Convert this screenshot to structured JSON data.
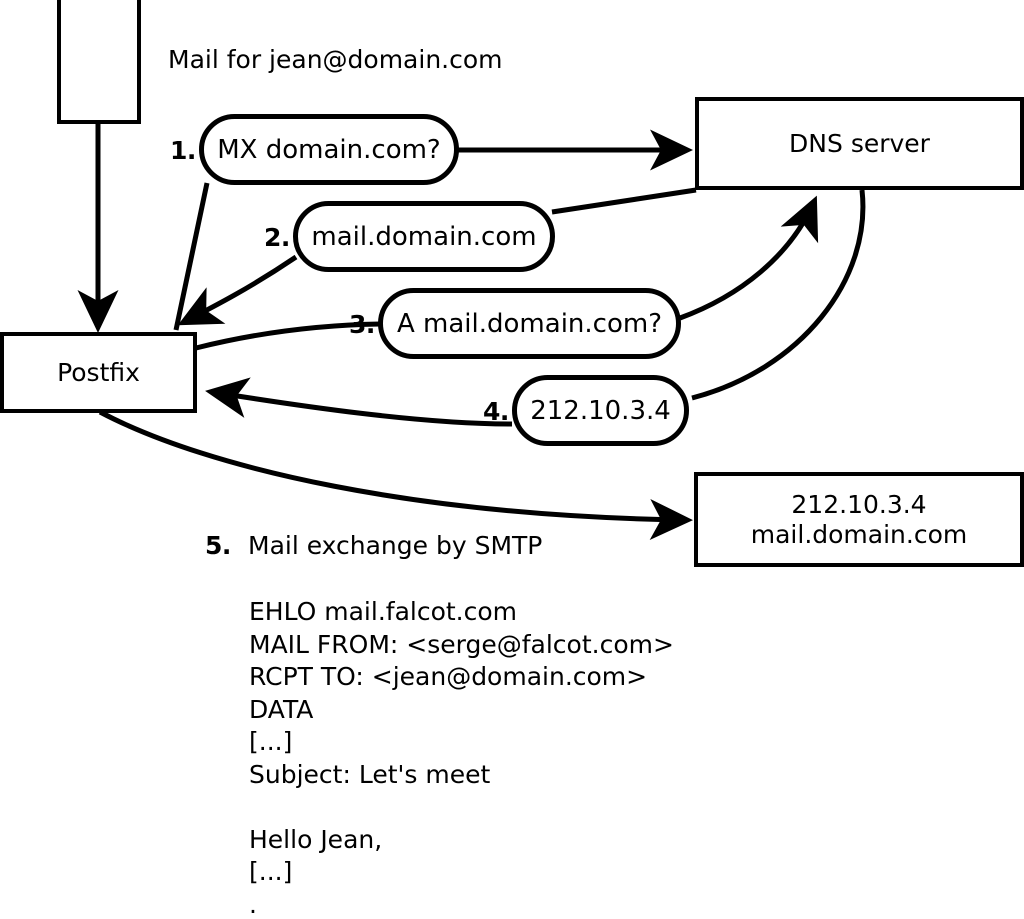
{
  "diagram": {
    "title": "Mail for jean@domain.com",
    "nodes": {
      "sender_box": {
        "label": ""
      },
      "postfix": {
        "label": "Postfix"
      },
      "dns_server": {
        "label": "DNS server"
      },
      "mail_server": {
        "line1": "212.10.3.4",
        "line2": "mail.domain.com"
      }
    },
    "steps": [
      {
        "num": "1.",
        "label": "MX domain.com?"
      },
      {
        "num": "2.",
        "label": "mail.domain.com"
      },
      {
        "num": "3.",
        "label": "A mail.domain.com?"
      },
      {
        "num": "4.",
        "label": "212.10.3.4"
      }
    ],
    "step5": {
      "num": "5.",
      "label": "Mail exchange by SMTP"
    },
    "transcript": "EHLO mail.falcot.com\nMAIL FROM: <serge@falcot.com>\nRCPT TO: <jean@domain.com>\nDATA\n[...]\nSubject: Let's meet\n\nHello Jean,\n[...]\n.",
    "colors": {
      "stroke": "#000000",
      "background": "#ffffff"
    }
  }
}
